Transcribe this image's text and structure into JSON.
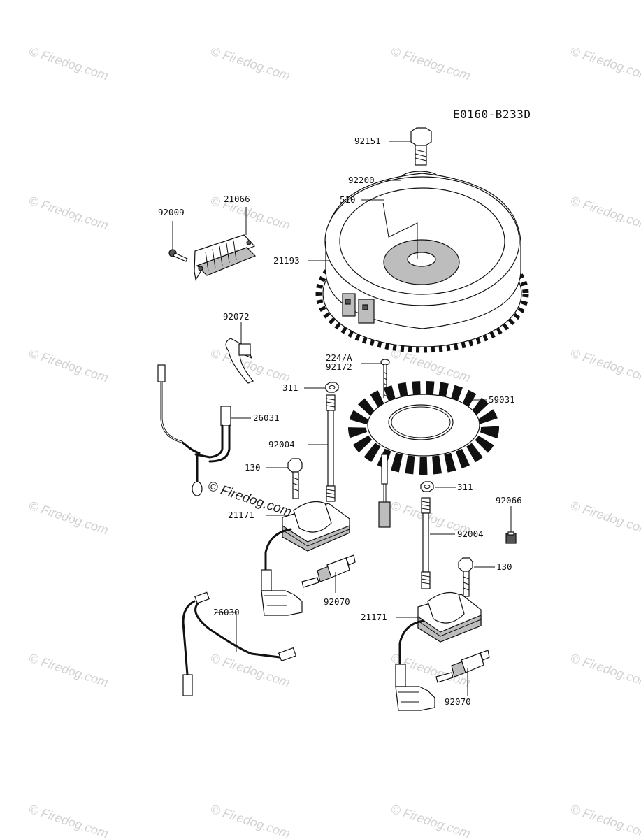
{
  "diagram_code": "E0160-B233D",
  "watermark": "© Firedog.com",
  "part_labels": {
    "p92151": "92151",
    "p92200": "92200",
    "p510": "510",
    "p21193": "21193",
    "p92009": "92009",
    "p21066": "21066",
    "p92072": "92072",
    "p224a": "224/A",
    "p92172": "92172",
    "p311a": "311",
    "p59031": "59031",
    "p26031": "26031",
    "p92004a": "92004",
    "p130a": "130",
    "p21171a": "21171",
    "p311b": "311",
    "p92066": "92066",
    "p92004b": "92004",
    "p130b": "130",
    "p92070a": "92070",
    "p26030": "26030",
    "p21171b": "21171",
    "p92070b": "92070"
  }
}
